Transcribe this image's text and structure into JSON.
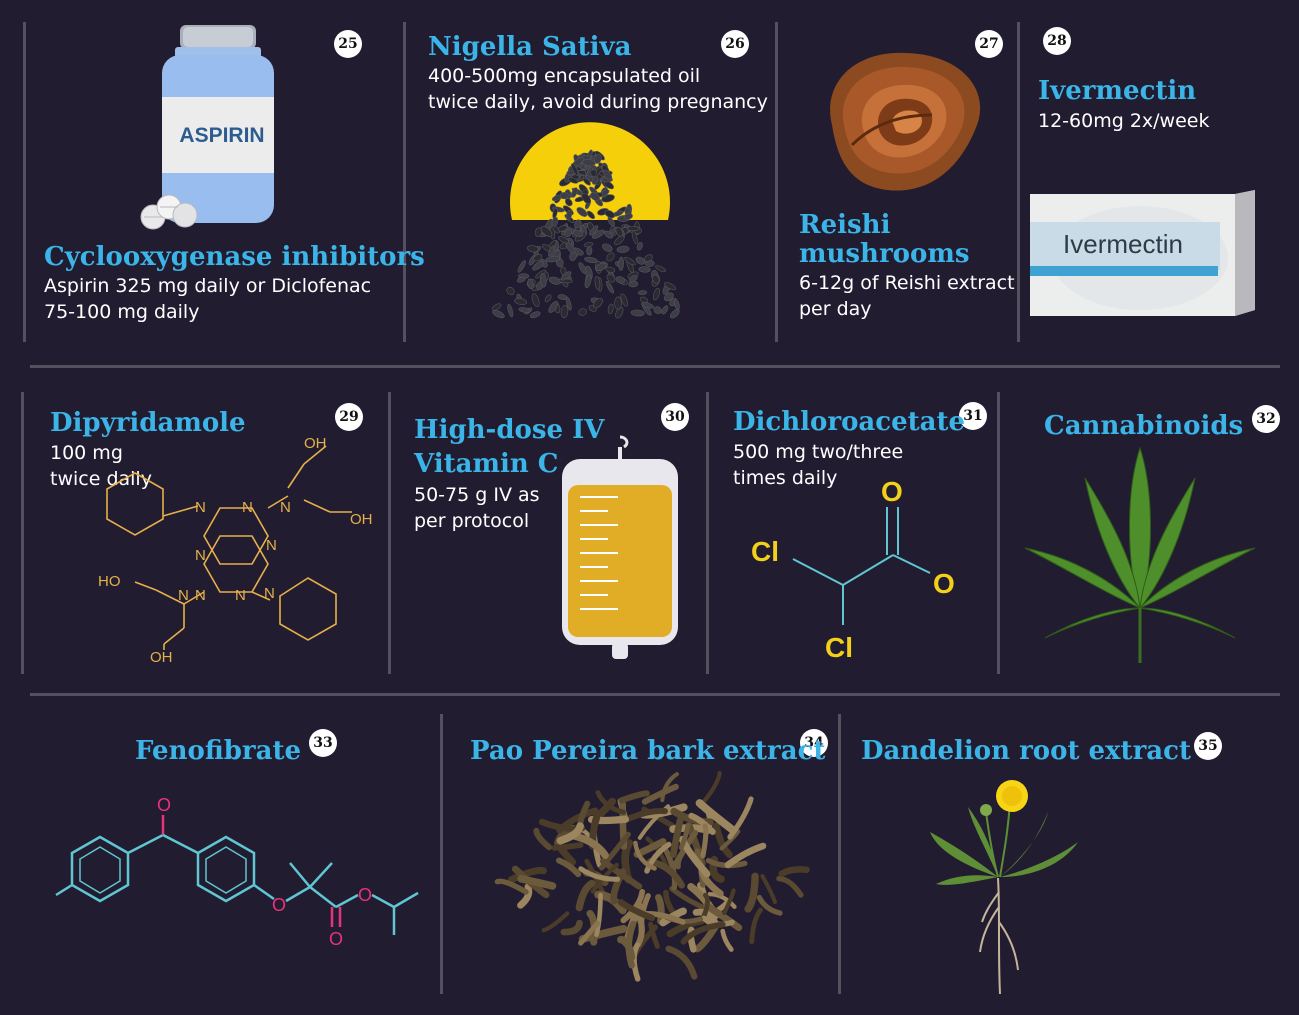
{
  "items": [
    {
      "number": "25",
      "title": "Cyclooxygenase inhibitors",
      "lines": [
        "Aspirin 325 mg daily or Diclofenac",
        "75-100 mg daily"
      ],
      "label": "ASPIRIN"
    },
    {
      "number": "26",
      "title": "Nigella Sativa",
      "lines": [
        "400-500mg encapsulated oil",
        "twice daily, avoid during pregnancy"
      ]
    },
    {
      "number": "27",
      "title_lines": [
        "Reishi",
        "mushrooms"
      ],
      "lines": [
        "6-12g of Reishi extract",
        "per day"
      ]
    },
    {
      "number": "28",
      "title": "Ivermectin",
      "lines": [
        "12-60mg 2x/week"
      ],
      "label": "Ivermectin"
    },
    {
      "number": "29",
      "title": "Dipyridamole",
      "lines": [
        "100 mg",
        "twice daily"
      ],
      "atoms": {
        "n": "N",
        "oh": "OH",
        "ho": "HO"
      }
    },
    {
      "number": "30",
      "title_lines": [
        "High-dose IV",
        "Vitamin C"
      ],
      "lines": [
        "50-75 g IV as",
        "per protocol"
      ]
    },
    {
      "number": "31",
      "title": "Dichloroacetate",
      "lines": [
        "500 mg two/three",
        "times daily"
      ],
      "atoms": {
        "cl": "Cl",
        "o": "O"
      }
    },
    {
      "number": "32",
      "title": "Cannabinoids"
    },
    {
      "number": "33",
      "title": "Fenofibrate",
      "atoms": {
        "o": "O"
      }
    },
    {
      "number": "34",
      "title": "Pao Pereira bark extract"
    },
    {
      "number": "35",
      "title": "Dandelion root extract"
    }
  ],
  "colors": {
    "background": "#221c31",
    "title": "#3bb4e8",
    "divider": "#54505d",
    "molecule_orange": "#e5b04a",
    "molecule_cyan": "#5fc6d2",
    "oxygen_pink": "#e9327b",
    "dca_yellow": "#f3d11a"
  }
}
